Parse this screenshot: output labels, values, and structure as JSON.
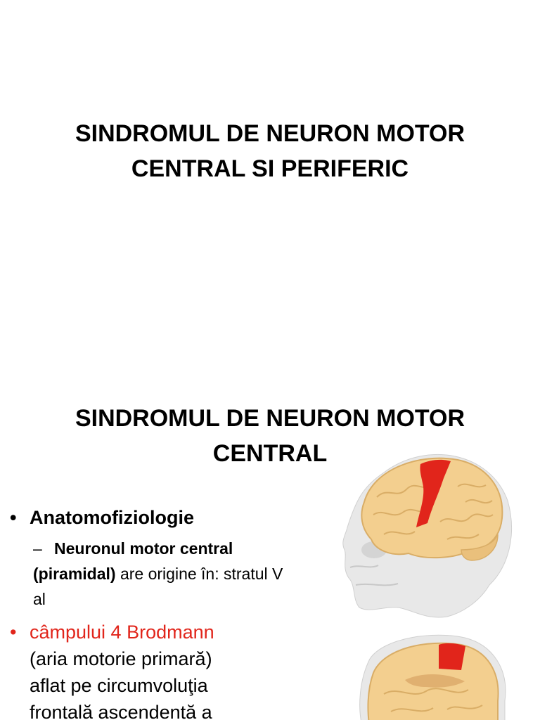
{
  "slide1": {
    "title_line1": "SINDROMUL DE NEURON MOTOR",
    "title_line2": "CENTRAL SI PERIFERIC"
  },
  "slide2": {
    "title_line1": "SINDROMUL DE NEURON MOTOR",
    "title_line2": "CENTRAL",
    "bullet1": "Anatomofiziologie",
    "sub_bullet_dash": "–",
    "sub_bullet_bold": "Neuronul motor central (piramidal)",
    "sub_bullet_rest": " are origine în: stratul V al",
    "bullet2_red": "câmpului 4 Brodmann",
    "bullet2_line2": "(aria motorie primară)",
    "bullet2_line3": "aflat pe circumvoluţia",
    "bullet2_line4": "frontală ascendentă a",
    "bullet_symbol": "•"
  },
  "colors": {
    "highlight_red": "#e1251b",
    "brain": "#f3cf8f",
    "skull": "#e8e8e8"
  }
}
